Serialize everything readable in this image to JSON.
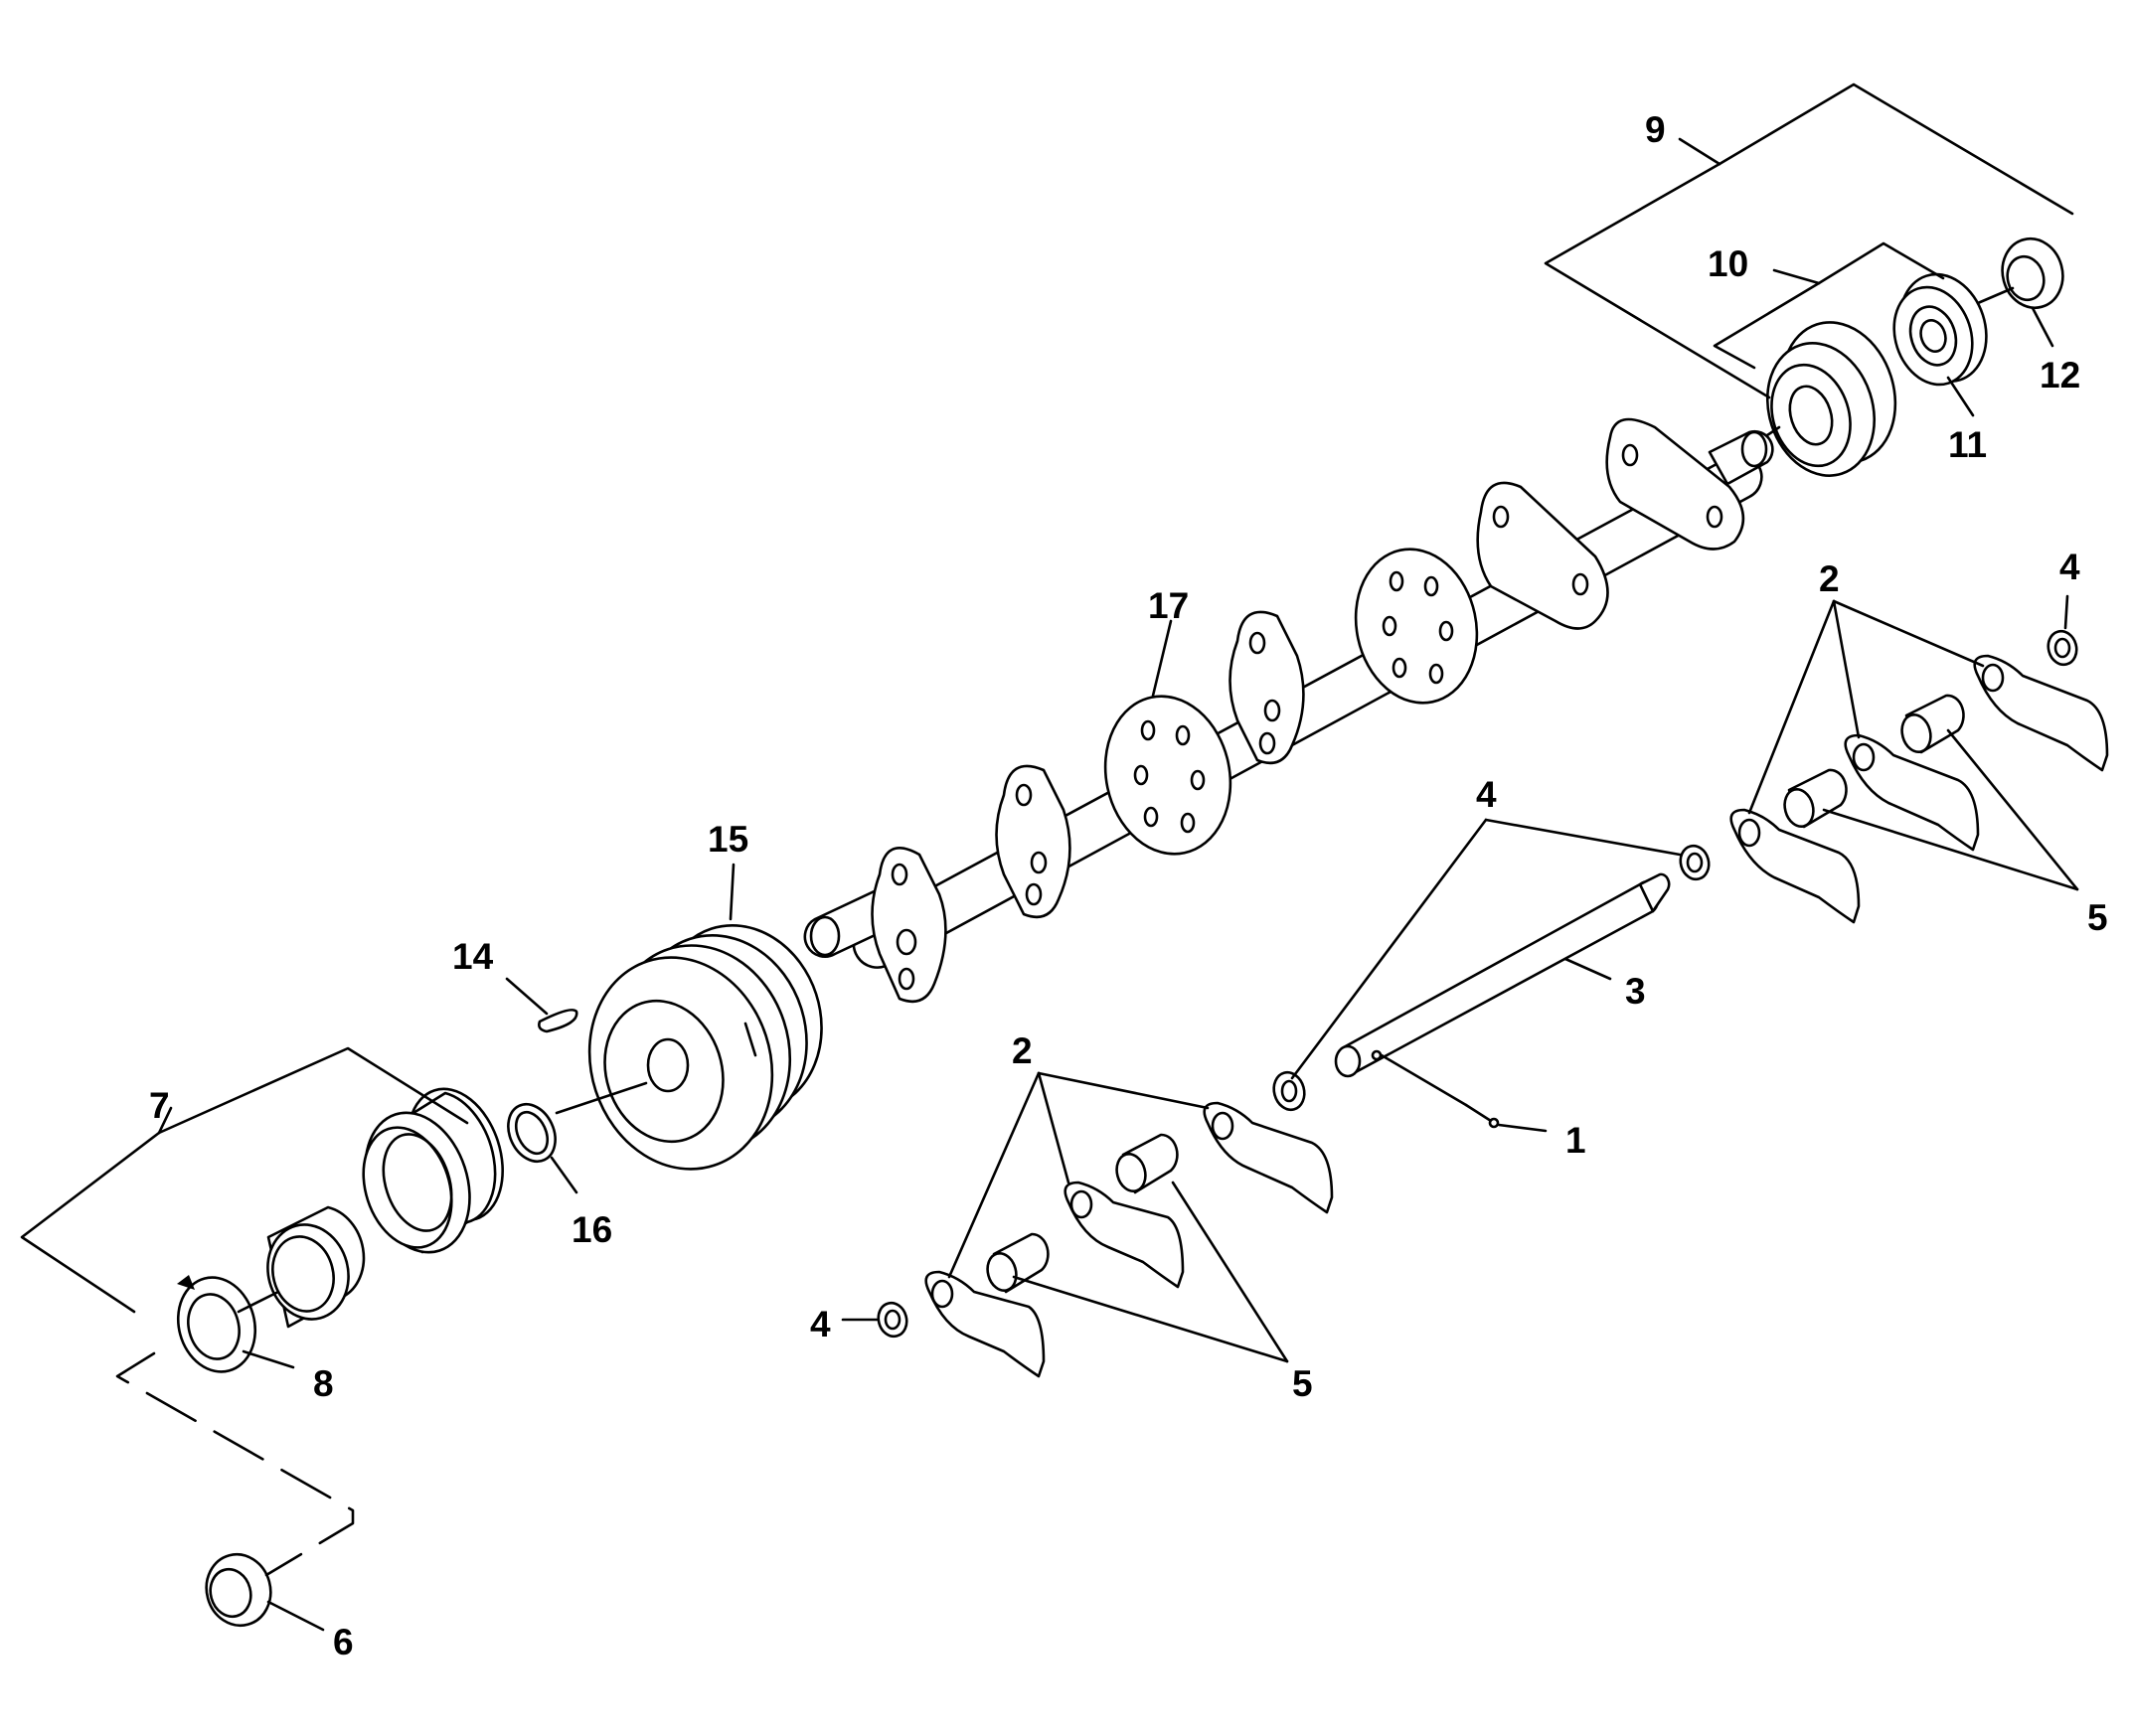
{
  "diagram": {
    "type": "exploded parts diagram",
    "colors": {
      "line": "#000000",
      "background": "#ffffff"
    },
    "callouts": {
      "c1": "1",
      "c2a": "2",
      "c2b": "2",
      "c3": "3",
      "c4a": "4",
      "c4b": "4",
      "c4c": "4",
      "c5a": "5",
      "c5b": "5",
      "c6": "6",
      "c7": "7",
      "c8": "8",
      "c9": "9",
      "c10": "10",
      "c11": "11",
      "c12": "12",
      "c14": "14",
      "c15": "15",
      "c16": "16",
      "c17": "17"
    }
  }
}
